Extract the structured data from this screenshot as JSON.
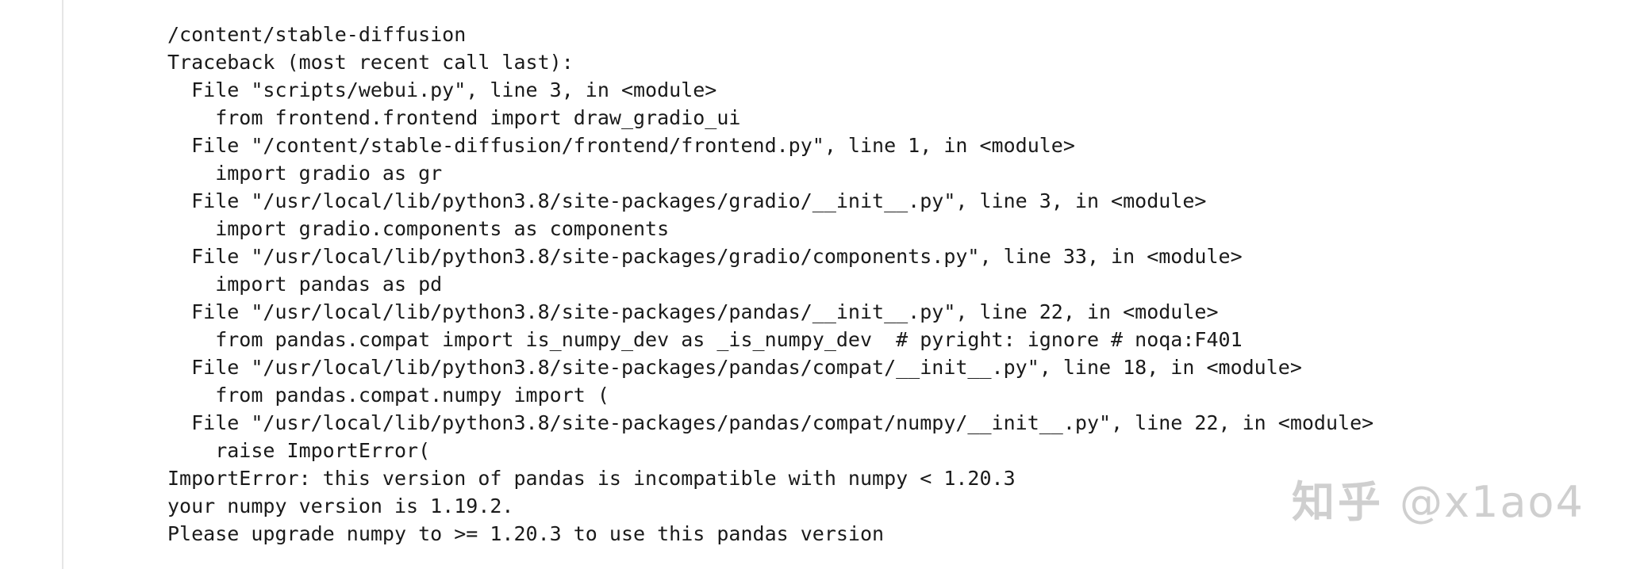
{
  "console": {
    "lines": [
      "/content/stable-diffusion",
      "Traceback (most recent call last):",
      "  File \"scripts/webui.py\", line 3, in <module>",
      "    from frontend.frontend import draw_gradio_ui",
      "  File \"/content/stable-diffusion/frontend/frontend.py\", line 1, in <module>",
      "    import gradio as gr",
      "  File \"/usr/local/lib/python3.8/site-packages/gradio/__init__.py\", line 3, in <module>",
      "    import gradio.components as components",
      "  File \"/usr/local/lib/python3.8/site-packages/gradio/components.py\", line 33, in <module>",
      "    import pandas as pd",
      "  File \"/usr/local/lib/python3.8/site-packages/pandas/__init__.py\", line 22, in <module>",
      "    from pandas.compat import is_numpy_dev as _is_numpy_dev  # pyright: ignore # noqa:F401",
      "  File \"/usr/local/lib/python3.8/site-packages/pandas/compat/__init__.py\", line 18, in <module>",
      "    from pandas.compat.numpy import (",
      "  File \"/usr/local/lib/python3.8/site-packages/pandas/compat/numpy/__init__.py\", line 22, in <module>",
      "    raise ImportError(",
      "ImportError: this version of pandas is incompatible with numpy < 1.20.3",
      "your numpy version is 1.19.2.",
      "Please upgrade numpy to >= 1.20.3 to use this pandas version"
    ]
  },
  "watermark": {
    "logo": "知乎",
    "handle": "@x1ao4"
  },
  "colors": {
    "text": "#1a1a1a",
    "watermark": "#cfcfcf",
    "rule": "#e6e6e6",
    "background": "#ffffff"
  }
}
